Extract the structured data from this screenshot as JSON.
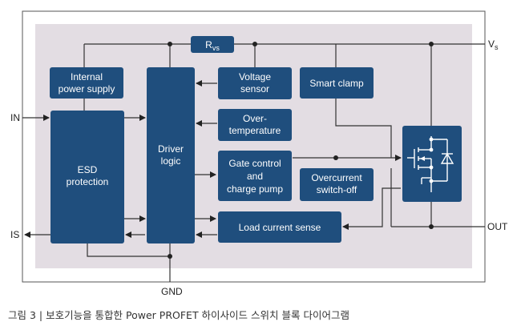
{
  "pins": {
    "in": "IN",
    "is": "IS",
    "gnd": "GND",
    "out": "OUT",
    "vs": "Vs"
  },
  "blocks": {
    "rvs": {
      "main": "R",
      "sub": "vs"
    },
    "internal_power_supply": [
      "Internal",
      "power supply"
    ],
    "esd_protection": [
      "ESD",
      "protection"
    ],
    "driver_logic": [
      "Driver",
      "logic"
    ],
    "voltage_sensor": [
      "Voltage",
      "sensor"
    ],
    "over_temperature": [
      "Over-",
      "temperature"
    ],
    "gate_control": [
      "Gate control",
      "and",
      "charge pump"
    ],
    "load_current_sense": [
      "Load current sense"
    ],
    "smart_clamp": [
      "Smart clamp"
    ],
    "overcurrent_switch_off": [
      "Overcurrent",
      "switch-off"
    ]
  },
  "caption": "그림 3 | 보호기능을 통합한 Power PROFET 하이사이드 스위치 블록 다이어그램",
  "colors": {
    "block_fill": "#1f4e7d",
    "background_panel": "#e3dde3",
    "wire": "#333333"
  }
}
